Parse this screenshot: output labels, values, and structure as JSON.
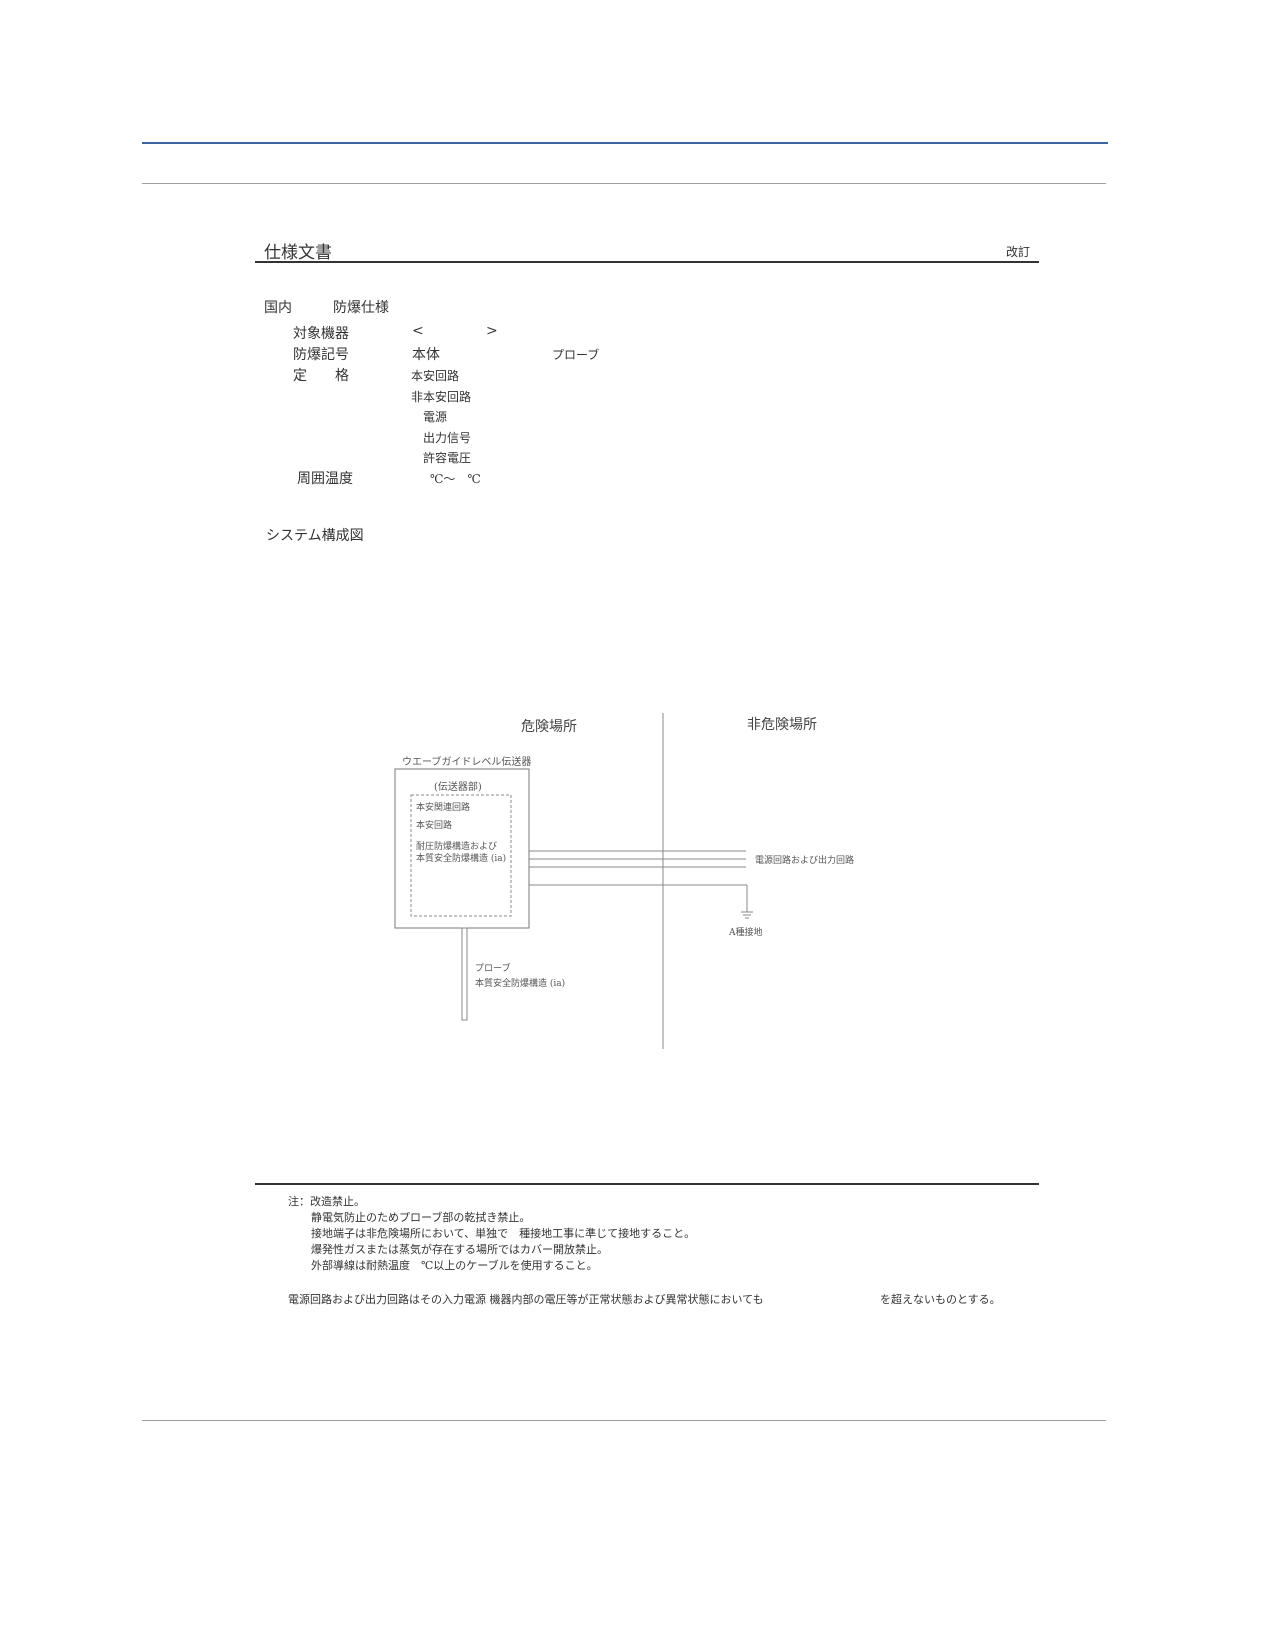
{
  "header": {
    "title": "仕様文書",
    "revision_label": "改訂"
  },
  "spec": {
    "heading_left": "国内",
    "heading_right": "防爆仕様",
    "target_label": "対象機器",
    "target_bracket_open": "<",
    "target_bracket_close": ">",
    "mark_label": "防爆記号",
    "mark_body": "本体",
    "mark_probe": "プローブ",
    "rating_label": "定　　格",
    "rating_items": [
      "本安回路",
      "非本安回路",
      "電源",
      "出力信号",
      "許容電圧"
    ],
    "ambient_label": "周囲温度",
    "ambient_value": "℃～　℃"
  },
  "diagram": {
    "section_title": "システム構成図",
    "hazardous_area": "危険場所",
    "non_hazardous_area": "非危険場所",
    "transmitter_title": "ウエーブガイドレベル伝送器",
    "transmitter_section": "(伝送器部)",
    "inner_line1": "本安関連回路",
    "inner_line2": "本安回路",
    "inner_line3": "耐圧防爆構造および",
    "inner_line4": "本質安全防爆構造 (ia)",
    "power_output_label": "電源回路および出力回路",
    "grounding_label": "A種接地",
    "probe_label1": "プローブ",
    "probe_label2": "本質安全防爆構造 (ia)"
  },
  "notes": {
    "prefix": "注：改造禁止。",
    "items": [
      "静電気防止のためプローブ部の乾拭き禁止。",
      "接地端子は非危険場所において、単独で　種接地工事に準じて接地すること。",
      "爆発性ガスまたは蒸気が存在する場所ではカバー開放禁止。",
      "外部導線は耐熱温度　℃以上のケーブルを使用すること。"
    ],
    "final_left": "電源回路および出力回路はその入力電源 機器内部の電圧等が正常状態および異常状態においても",
    "final_right": "を超えないものとする。"
  },
  "colors": {
    "top_rule": "#3b64a3",
    "gray_rule": "#999999",
    "dark_rule": "#333333",
    "diagram_line": "#888888"
  }
}
